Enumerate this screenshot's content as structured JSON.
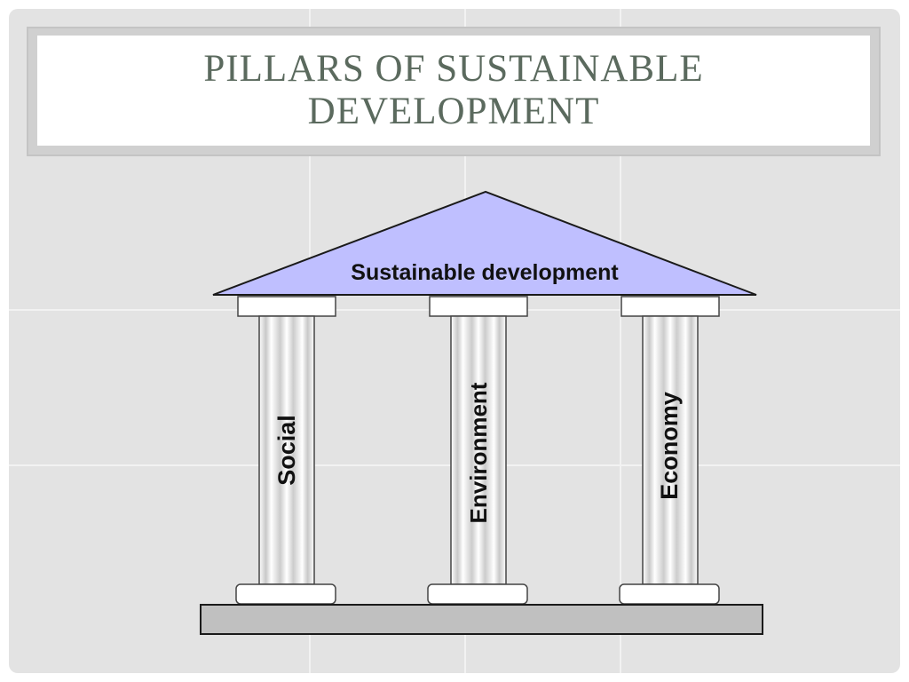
{
  "slide": {
    "title_line1": "PILLARS OF SUSTAINABLE",
    "title_line2": "DEVELOPMENT"
  },
  "diagram": {
    "roof_label": "Sustainable development",
    "pillars": [
      {
        "label": "Social"
      },
      {
        "label": "Environment"
      },
      {
        "label": "Economy"
      }
    ],
    "colors": {
      "roof": "#bfbfff",
      "base": "#c0c0c0",
      "pillar": "#ffffff",
      "title_text": "#5b6a5e"
    }
  }
}
